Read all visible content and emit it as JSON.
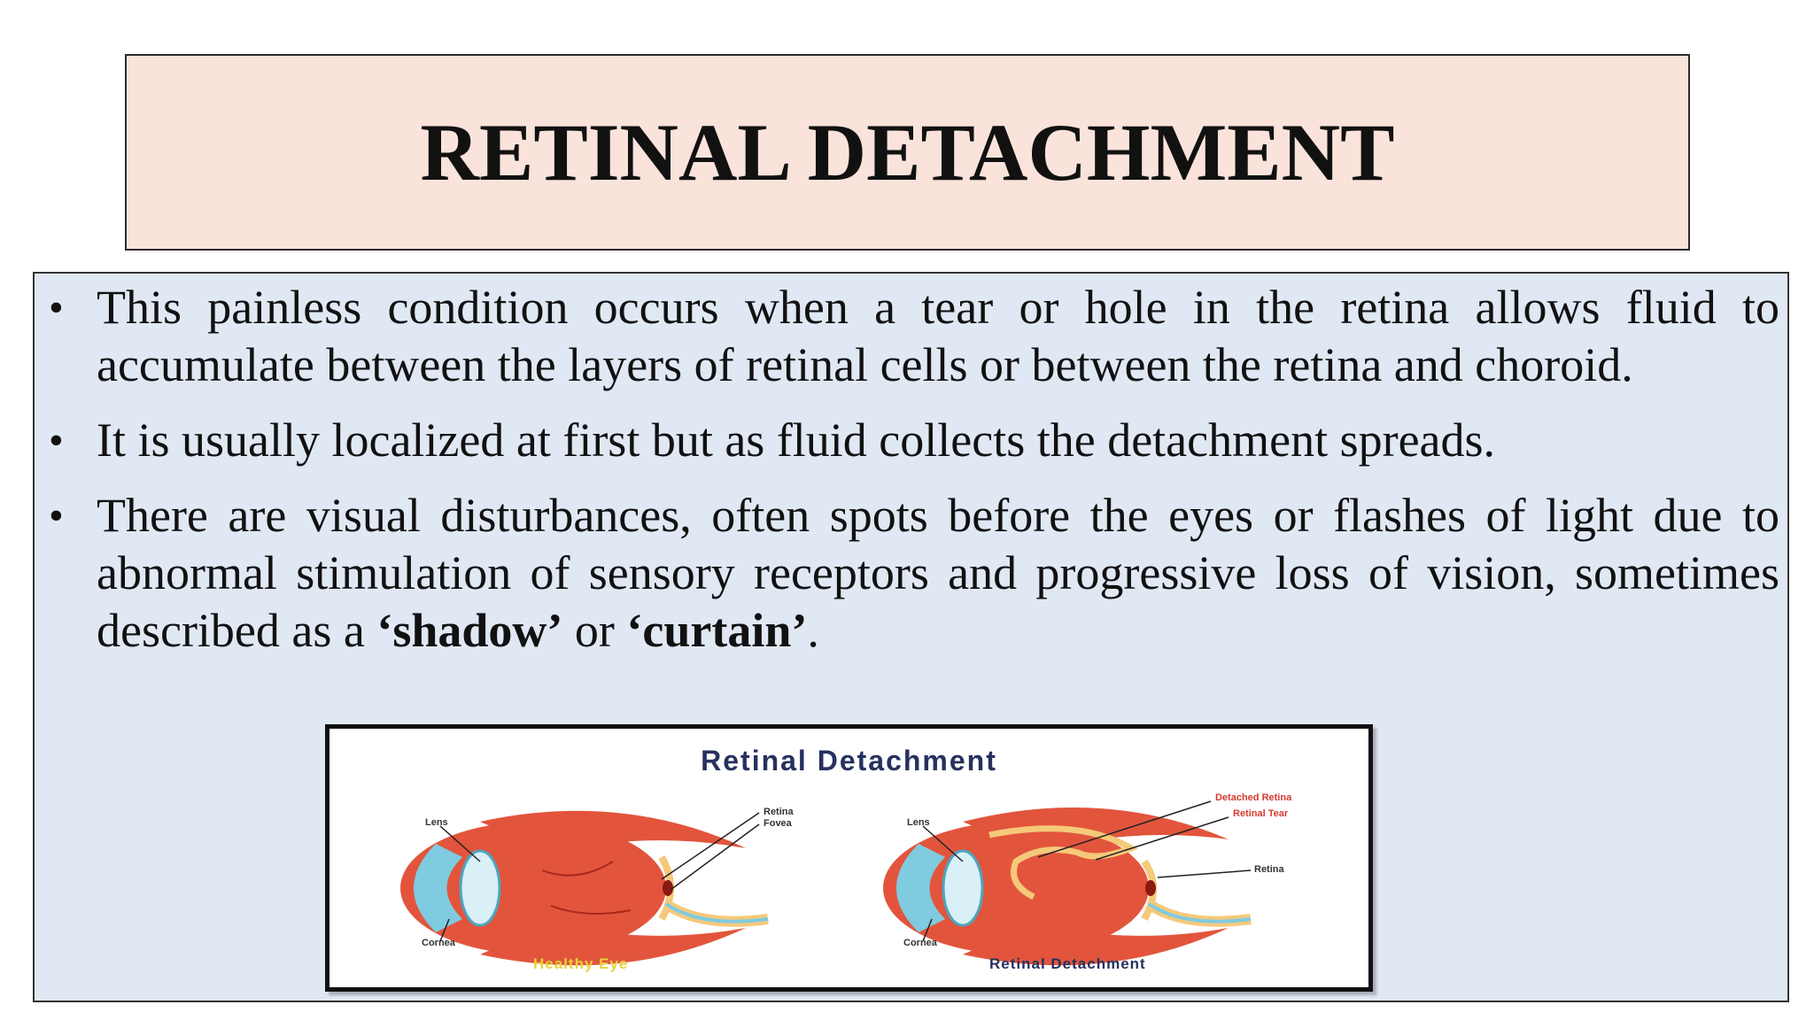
{
  "title": "RETINAL DETACHMENT",
  "bullets": [
    "This painless condition occurs when a tear or hole in the retina allows fluid to accumulate between the layers of retinal cells or between the retina and choroid.",
    "It is usually localized at first but as fluid collects the detachment spreads.",
    {
      "before": "There are visual disturbances, often spots before the eyes or flashes of light due to abnormal stimulation of sensory receptors and progressive loss of vision, sometimes described as a ",
      "bold1": "‘shadow’",
      "middle": " or ",
      "bold2": "‘curtain’",
      "after": "."
    }
  ],
  "bullet_symbol": "•",
  "figure": {
    "title": "Retinal Detachment",
    "healthy": {
      "caption": "Healthy Eye",
      "labels": {
        "lens": "Lens",
        "cornea": "Cornea",
        "retina": "Retina",
        "fovea": "Fovea"
      }
    },
    "detached": {
      "caption": "Retinal Detachment",
      "labels": {
        "lens": "Lens",
        "cornea": "Cornea",
        "detached_retina": "Detached Retina",
        "retinal_tear": "Retinal Tear",
        "retina": "Retina"
      }
    },
    "colors": {
      "title": "#26315f",
      "healthy_caption": "#e8d23a",
      "detached_caption": "#26315f",
      "eye_red": "#e2553c",
      "cornea_blue": "#7fcbe0",
      "retina_yellow": "#f5c97a"
    }
  }
}
